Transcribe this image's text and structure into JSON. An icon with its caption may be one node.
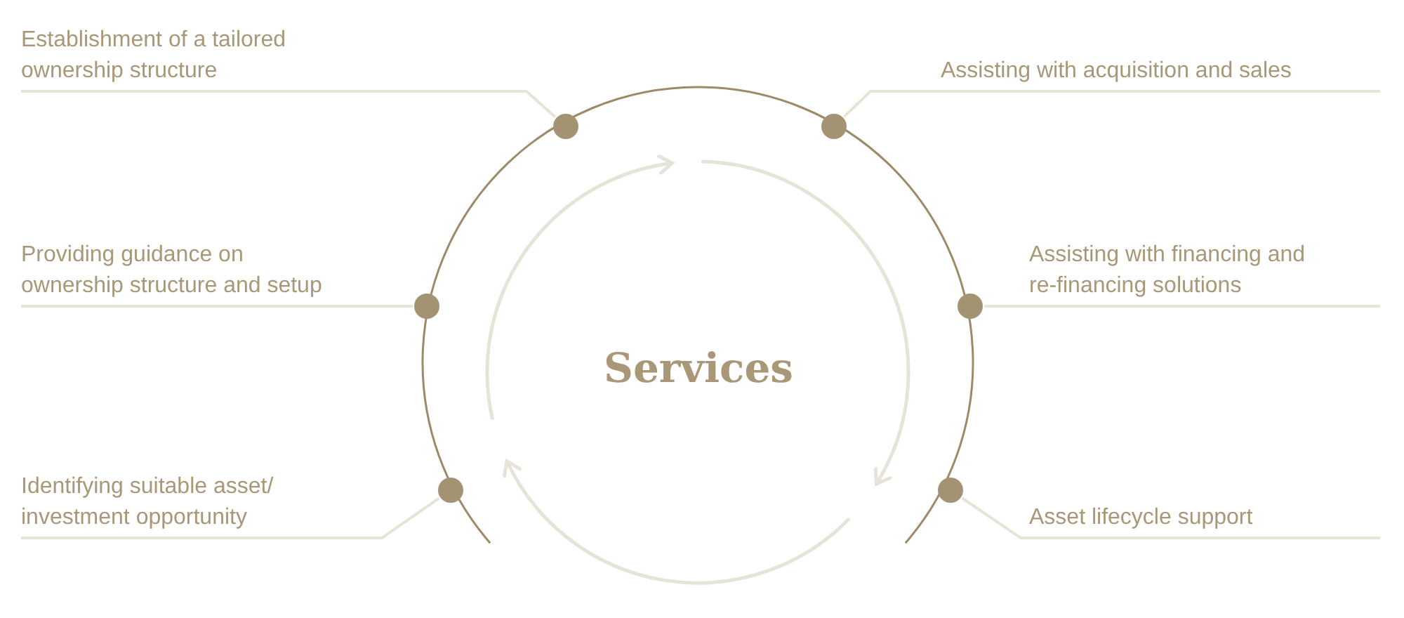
{
  "diagram": {
    "nodes": [
      {
        "text": [
          "Establishment of a tailored ownership structure"
        ]
      },
      {
        "text": [
          "Assisting with acquisition and sales"
        ]
      },
      {
        "text": [
          "Providing guidance on ownership structure and setup"
        ]
      },
      {
        "text": [
          "Services"
        ]
      },
      {
        "text": [
          "Assisting with financing and re-financing solutions"
        ]
      },
      {
        "text": [
          "Identifying suitable asset/ investment opportunity"
        ]
      },
      {
        "text": [
          "Asset lifecycle support"
        ]
      },
      {
        "text": [],
        "shape": "circle"
      },
      {
        "text": [],
        "shape": "circle"
      },
      {
        "text": [],
        "shape": "circle"
      },
      {
        "text": [],
        "shape": "circle"
      },
      {
        "text": [],
        "shape": "circle"
      },
      {
        "text": [],
        "shape": "circle"
      }
    ],
    "edges": [
      {
        "from": 0,
        "to": 7,
        "arrow": "none"
      },
      {
        "from": 1,
        "to": 8,
        "arrow": "none"
      },
      {
        "from": 2,
        "to": 9,
        "arrow": "none"
      },
      {
        "from": 4,
        "to": 10,
        "arrow": "none"
      },
      {
        "from": 5,
        "to": 11,
        "arrow": "none"
      },
      {
        "from": 6,
        "to": 12,
        "arrow": "none"
      }
    ]
  }
}
